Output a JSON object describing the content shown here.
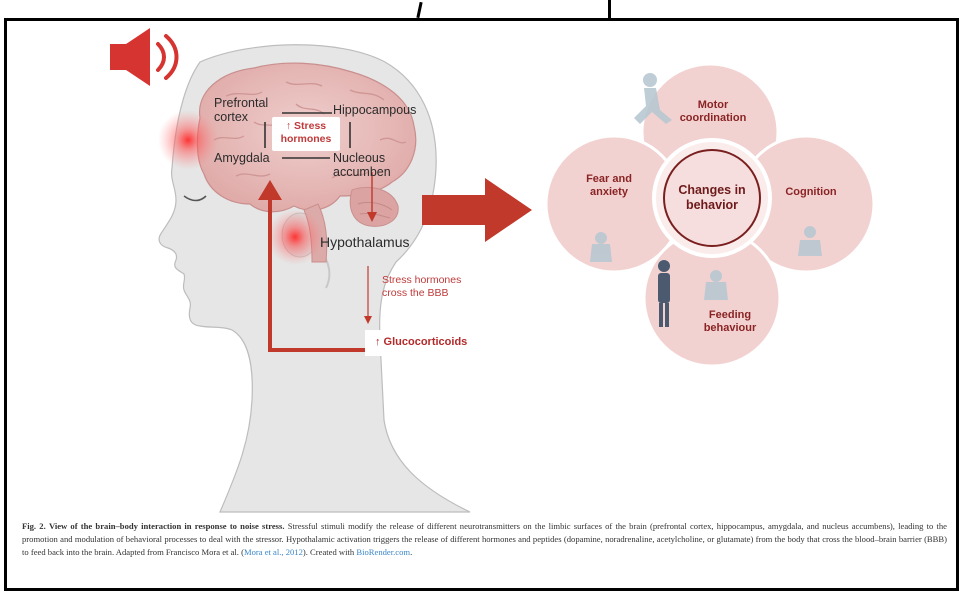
{
  "figure": {
    "brain_labels": {
      "prefrontal": "Prefrontal\ncortex",
      "hippocampus": "Hippocampous",
      "amygdala": "Amygdala",
      "nucleus": "Nucleous\naccumben",
      "hypothalamus": "Hypothalamus"
    },
    "stress_hormones": "↑ Stress\nhormones",
    "bbb_text": "Stress hormones\ncross the BBB",
    "glucocorticoids": "↑ Glucocorticoids",
    "behavior": {
      "center": "Changes in\nbehavior",
      "motor": "Motor\ncoordination",
      "fear": "Fear and\nanxiety",
      "cognition": "Cognition",
      "feeding": "Feeding\nbehaviour"
    },
    "colors": {
      "accent_red": "#c0392b",
      "petal_pink": "#f1d0cf",
      "brain_pink": "#e9c0bf",
      "skin": "#e7e7e7"
    },
    "icons": [
      "speaker-sound-icon",
      "stress-glow-icon",
      "arrow-right-icon"
    ]
  },
  "caption": {
    "fig_label": "Fig. 2.",
    "title": "View of the brain–body interaction in response to noise stress.",
    "body": "Stressful stimuli modify the release of different neurotransmitters on the limbic surfaces of the brain (prefrontal cortex, hippocampus, amygdala, and nucleus accumbens), leading to the promotion and modulation of behavioral processes to deal with the stressor. Hypothalamic activation triggers the release of different hormones and peptides (dopamine, noradrenaline, acetylcholine, or glutamate) from the body that cross the blood–brain barrier (BBB) to feed back into the brain. Adapted from Francisco Mora et al. (",
    "ref": "Mora et al., 2012",
    "mid": "). Created with ",
    "link": "BioRender.com",
    "end": "."
  }
}
